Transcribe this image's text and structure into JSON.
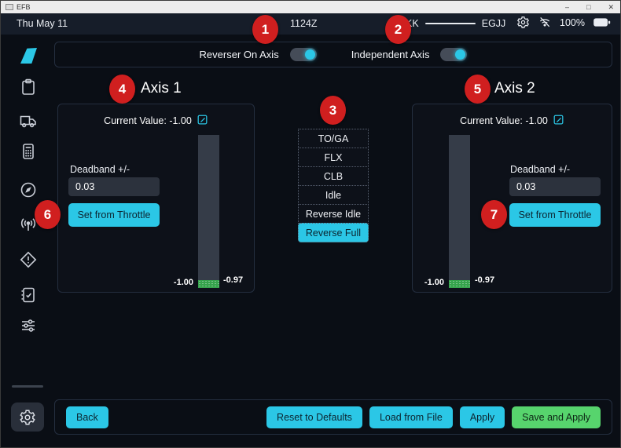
{
  "window": {
    "title": "EFB",
    "controls": {
      "minimize": "–",
      "maximize": "□",
      "close": "✕"
    }
  },
  "statusbar": {
    "date": "Thu May 11",
    "time": "1124Z",
    "departure": "EGKK",
    "arrival": "EGJJ",
    "battery_percent": "100%",
    "icons": [
      "settings-gear",
      "wifi-off",
      "battery-full"
    ]
  },
  "sidebar": {
    "icons": [
      "clipboard",
      "truck",
      "calculator",
      "compass",
      "transmitter",
      "alert-diamond",
      "checklist",
      "sliders"
    ],
    "active_icon": "gear"
  },
  "toggles": {
    "reverser": {
      "label": "Reverser On Axis",
      "state": "on"
    },
    "independent": {
      "label": "Independent Axis",
      "state": "on"
    }
  },
  "axis1": {
    "title": "Axis 1",
    "current_value": "Current Value: -1.00",
    "deadband_label": "Deadband +/-",
    "deadband_value": "0.03",
    "set_button": "Set from Throttle",
    "bar": {
      "min": "-1.00",
      "max": "-0.97"
    }
  },
  "axis2": {
    "title": "Axis 2",
    "current_value": "Current Value: -1.00",
    "deadband_label": "Deadband +/-",
    "deadband_value": "0.03",
    "set_button": "Set from Throttle",
    "bar": {
      "min": "-1.00",
      "max": "-0.97"
    }
  },
  "detents": {
    "items": [
      "TO/GA",
      "FLX",
      "CLB",
      "Idle",
      "Reverse Idle",
      "Reverse Full"
    ],
    "selected": "Reverse Full"
  },
  "footer": {
    "back": "Back",
    "reset": "Reset to Defaults",
    "load": "Load from File",
    "apply": "Apply",
    "save": "Save and Apply"
  },
  "annotations": [
    "1",
    "2",
    "3",
    "4",
    "5",
    "6",
    "7"
  ],
  "colors": {
    "accent": "#2bc7e6",
    "success_green": "#57d46d",
    "annotation_red": "#d01f1f",
    "bar_fill_green": "#35a34c",
    "panel_border": "#242e3f",
    "statusbar_bg": "#161d29"
  }
}
